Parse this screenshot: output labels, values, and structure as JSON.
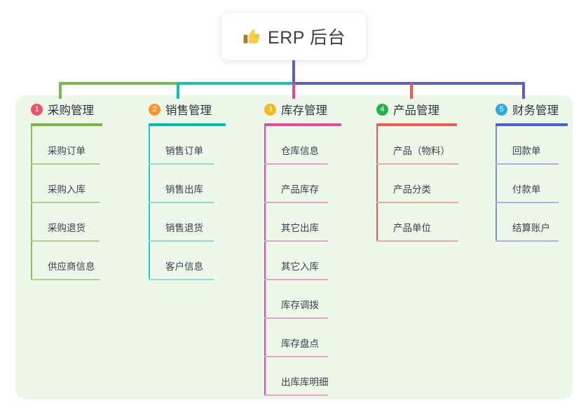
{
  "diagram": {
    "root": {
      "icon": "thumbs-up-icon",
      "title": "ERP 后台"
    },
    "panel_color": "#eef8ea",
    "columns": [
      {
        "number": "1",
        "title": "采购管理",
        "badge_color": "#ef5369",
        "rule_color": "#7cb342",
        "trunk_color": "#8bc34a",
        "leaf_rule_color": "#aecf8e",
        "bus_color": "#76b852",
        "items": [
          "采购订单",
          "采购入库",
          "采购退货",
          "供应商信息"
        ]
      },
      {
        "number": "2",
        "title": "销售管理",
        "badge_color": "#f5962f",
        "rule_color": "#00bcb4",
        "trunk_color": "#26c6c0",
        "leaf_rule_color": "#8ed9d4",
        "bus_color": "#18bfb0",
        "items": [
          "销售订单",
          "销售出库",
          "销售退货",
          "客户信息"
        ]
      },
      {
        "number": "3",
        "title": "库存管理",
        "badge_color": "#f5b722",
        "rule_color": "#e8479f",
        "trunk_color": "#e8479f",
        "leaf_rule_color": "#eda0c6",
        "bus_color": "#e8479f",
        "items": [
          "仓库信息",
          "产品库存",
          "其它出库",
          "其它入库",
          "库存调拨",
          "库存盘点",
          "出库库明细"
        ]
      },
      {
        "number": "4",
        "title": "产品管理",
        "badge_color": "#22b24c",
        "rule_color": "#f45b4e",
        "trunk_color": "#f45b4e",
        "leaf_rule_color": "#f4a79e",
        "bus_color": "#f45b4e",
        "items": [
          "产品（物料）",
          "产品分类",
          "产品单位"
        ]
      },
      {
        "number": "5",
        "title": "财务管理",
        "badge_color": "#2aabe2",
        "rule_color": "#4a5fd0",
        "trunk_color": "#7b8ddb",
        "leaf_rule_color": "#a9b6e8",
        "bus_color": "#5b5fc7",
        "items": [
          "回款单",
          "付款单",
          "结算账户"
        ]
      }
    ]
  }
}
